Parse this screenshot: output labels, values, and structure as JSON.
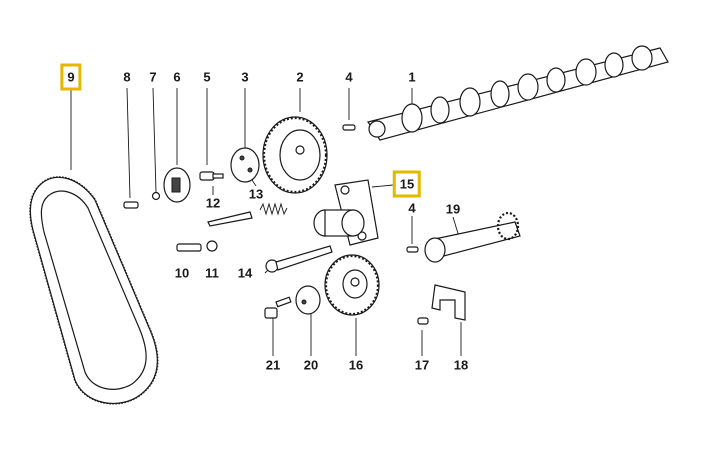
{
  "callouts": [
    {
      "id": "c9",
      "label": "9",
      "highlight": true
    },
    {
      "id": "c8",
      "label": "8",
      "highlight": false
    },
    {
      "id": "c7",
      "label": "7",
      "highlight": false
    },
    {
      "id": "c6",
      "label": "6",
      "highlight": false
    },
    {
      "id": "c5",
      "label": "5",
      "highlight": false
    },
    {
      "id": "c3",
      "label": "3",
      "highlight": false
    },
    {
      "id": "c2",
      "label": "2",
      "highlight": false
    },
    {
      "id": "c4a",
      "label": "4",
      "highlight": false
    },
    {
      "id": "c1",
      "label": "1",
      "highlight": false
    },
    {
      "id": "c15",
      "label": "15",
      "highlight": true
    },
    {
      "id": "c12",
      "label": "12",
      "highlight": false
    },
    {
      "id": "c13",
      "label": "13",
      "highlight": false
    },
    {
      "id": "c4b",
      "label": "4",
      "highlight": false
    },
    {
      "id": "c19",
      "label": "19",
      "highlight": false
    },
    {
      "id": "c10",
      "label": "10",
      "highlight": false
    },
    {
      "id": "c11",
      "label": "11",
      "highlight": false
    },
    {
      "id": "c14",
      "label": "14",
      "highlight": false
    },
    {
      "id": "c21",
      "label": "21",
      "highlight": false
    },
    {
      "id": "c20",
      "label": "20",
      "highlight": false
    },
    {
      "id": "c16",
      "label": "16",
      "highlight": false
    },
    {
      "id": "c17",
      "label": "17",
      "highlight": false
    },
    {
      "id": "c18",
      "label": "18",
      "highlight": false
    }
  ],
  "colors": {
    "highlight_border": "#e5b800",
    "ink": "#1a1a1a",
    "background": "#ffffff"
  }
}
